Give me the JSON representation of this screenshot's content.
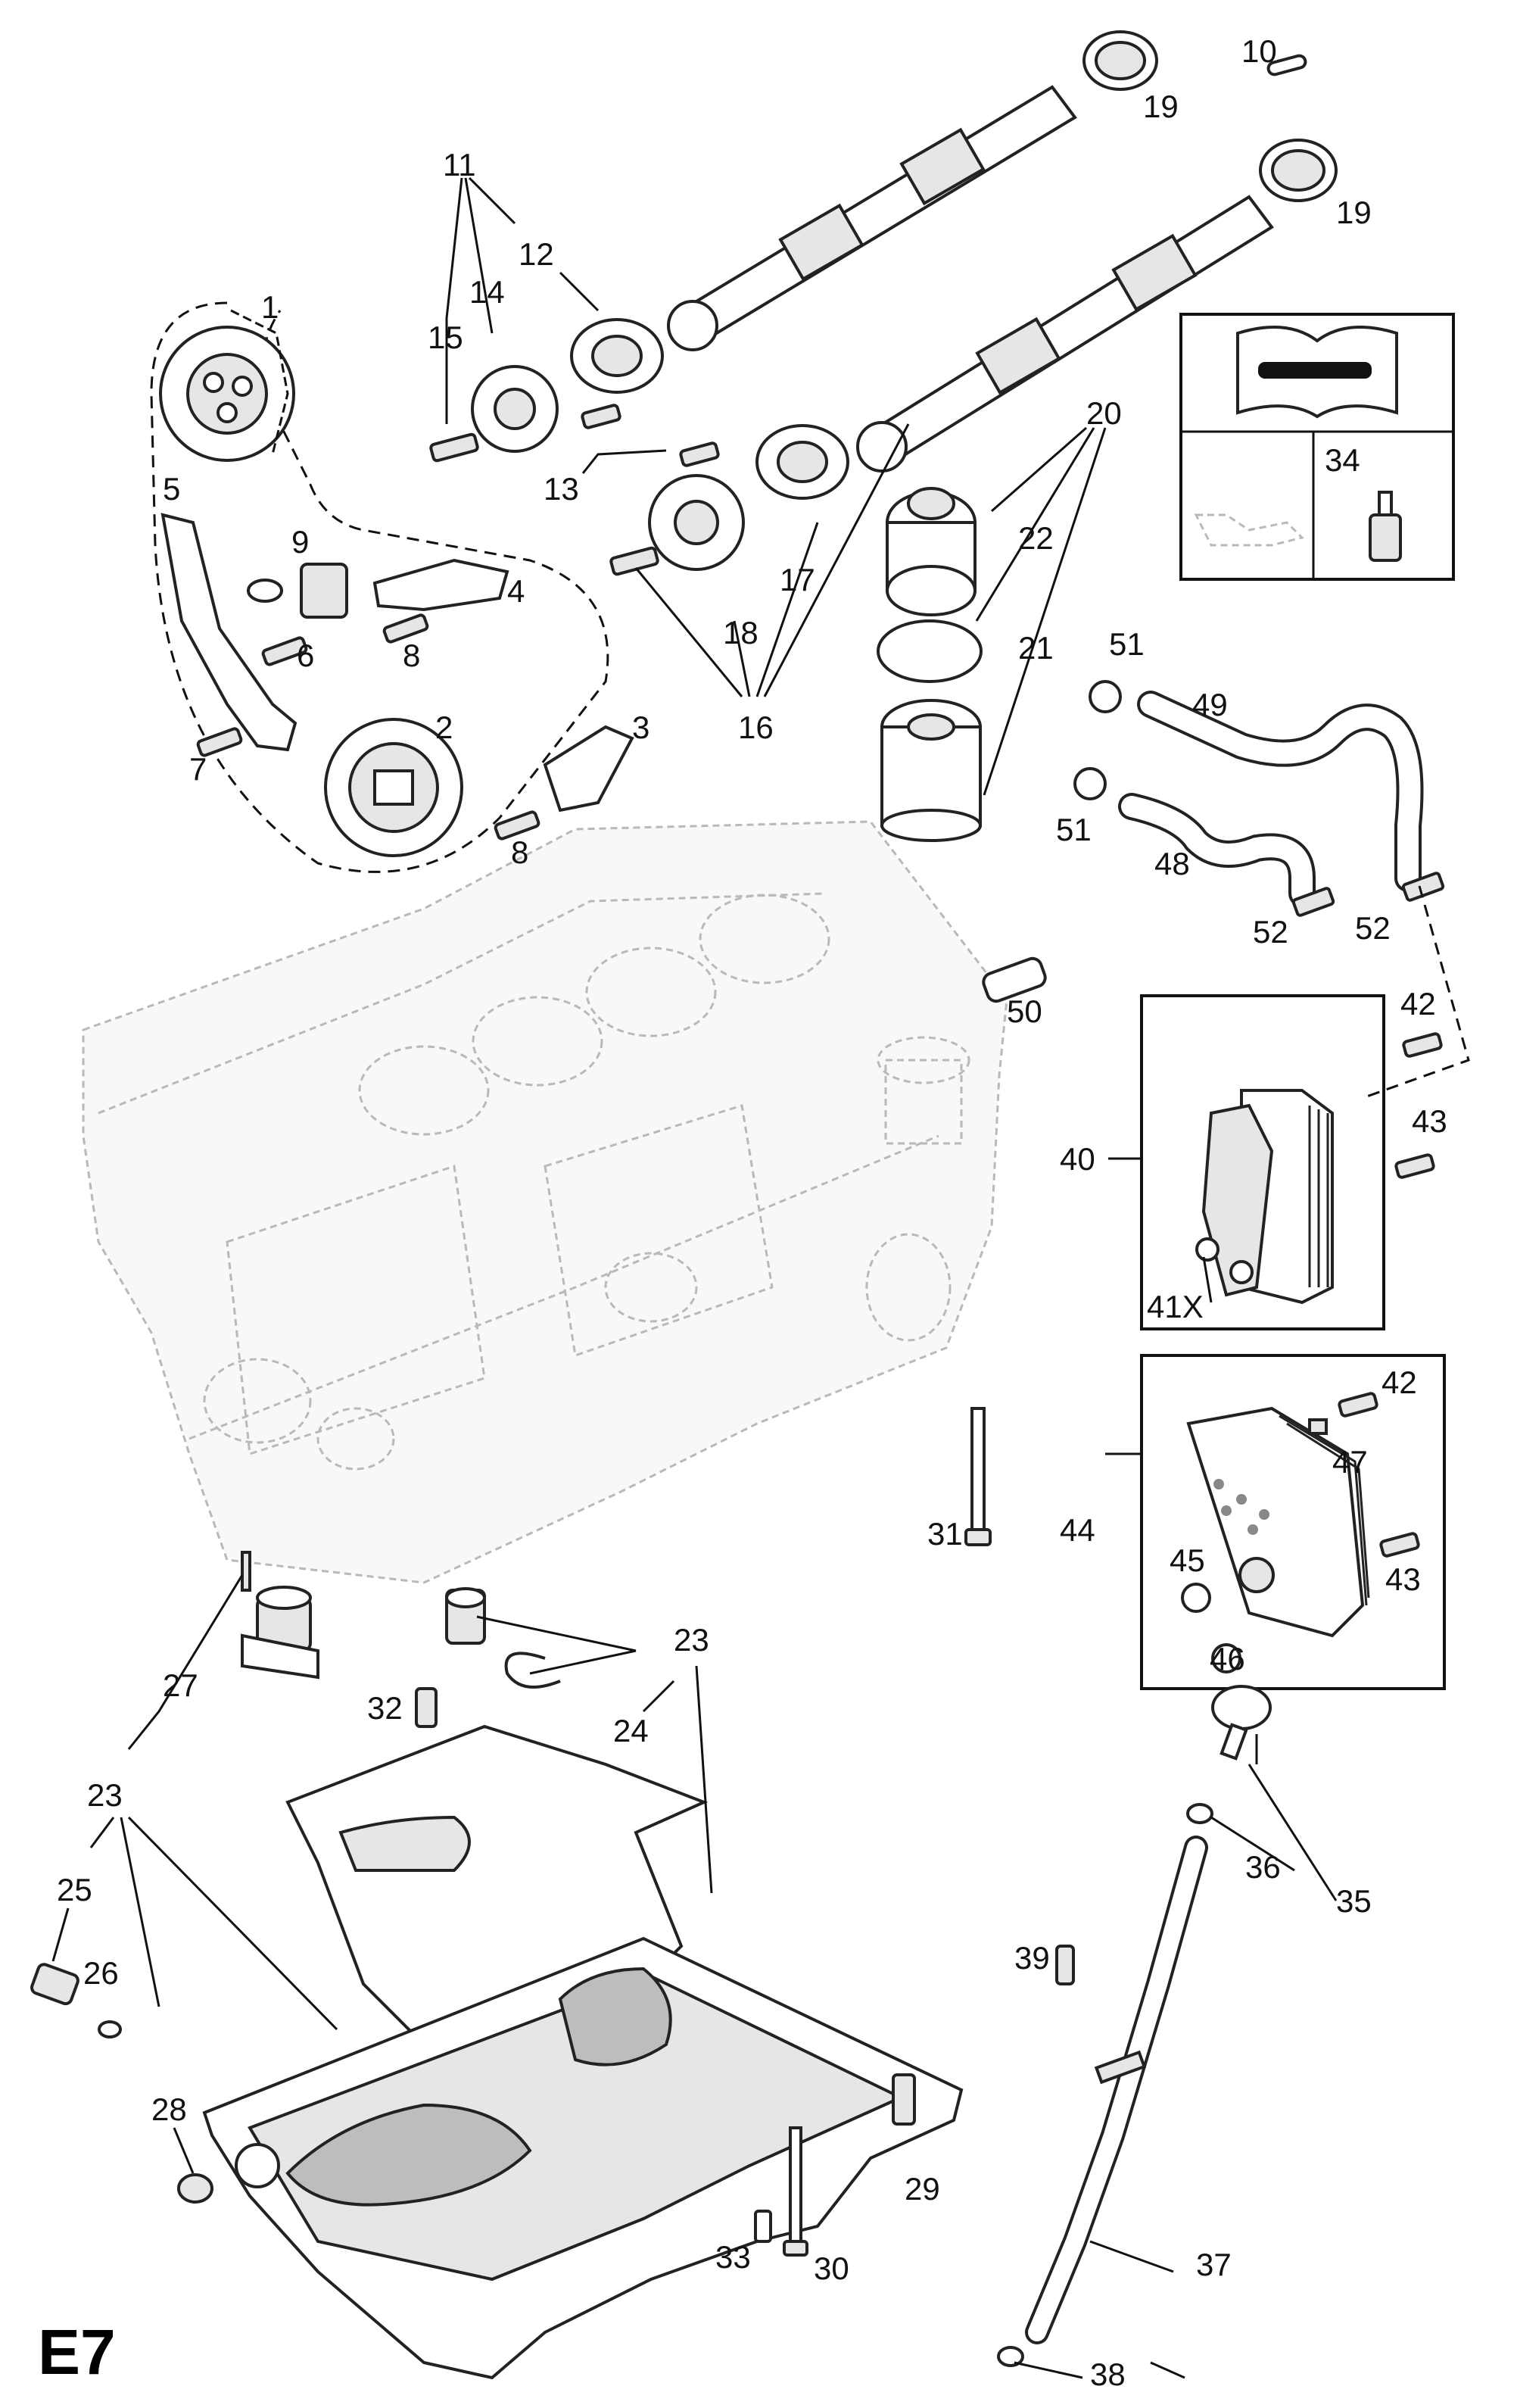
{
  "page_code": "E7",
  "labels": {
    "p1": "1",
    "p2": "2",
    "p3": "3",
    "p4": "4",
    "p5": "5",
    "p6": "6",
    "p7": "7",
    "p8a": "8",
    "p8b": "8",
    "p9": "9",
    "p10": "10",
    "p11": "11",
    "p12": "12",
    "p13": "13",
    "p14": "14",
    "p15": "15",
    "p16": "16",
    "p17": "17",
    "p18": "18",
    "p19a": "19",
    "p19b": "19",
    "p20": "20",
    "p21": "21",
    "p22": "22",
    "p23a": "23",
    "p23b": "23",
    "p24": "24",
    "p25": "25",
    "p26": "26",
    "p27": "27",
    "p28": "28",
    "p29": "29",
    "p30": "30",
    "p31": "31",
    "p32": "32",
    "p33": "33",
    "p34": "34",
    "p35": "35",
    "p36": "36",
    "p37": "37",
    "p38": "38",
    "p39": "39",
    "p40": "40",
    "p41": "41X",
    "p42a": "42",
    "p42b": "42",
    "p43a": "43",
    "p43b": "43",
    "p44": "44",
    "p45": "45",
    "p46": "46",
    "p47": "47",
    "p48": "48",
    "p49": "49",
    "p50": "50",
    "p51a": "51",
    "p51b": "51",
    "p52a": "52",
    "p52b": "52"
  },
  "icons": {
    "service_manual": "book-wrench-icon",
    "oil_level": "oil-can-icon",
    "sealant": "sealant-tube-icon"
  },
  "colors": {
    "line": "#222222",
    "ghost": "#b9b9b9",
    "fill": "#ffffff"
  }
}
